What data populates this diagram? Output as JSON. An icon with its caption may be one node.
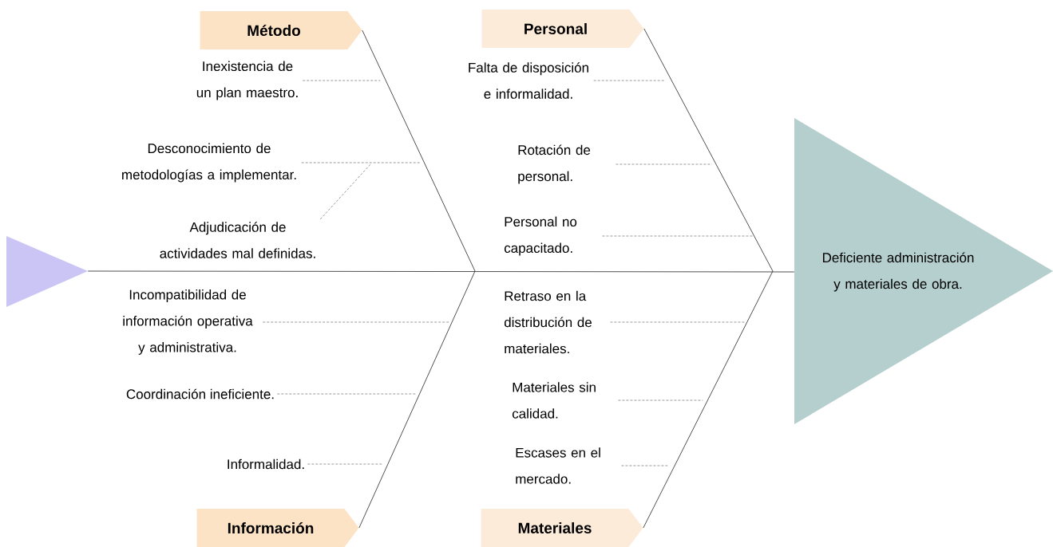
{
  "diagram": {
    "nodes": [
      {
        "text": [
          "Método"
        ]
      },
      {
        "text": [
          "Personal"
        ]
      },
      {
        "text": [],
        "shape": "triangle"
      },
      {
        "text": [
          "Deficiente administración y materiales de obra."
        ]
      },
      {
        "text": [
          "Información"
        ]
      },
      {
        "text": [
          "Materiales"
        ]
      },
      {
        "text": [
          "Inexistencia de un plan maestro."
        ]
      },
      {
        "text": [
          "Desconocimiento de metodologías a implementar."
        ]
      },
      {
        "text": [
          "Adjudicación de actividades mal definidas."
        ]
      },
      {
        "text": [
          "Falta de disposición e informalidad."
        ]
      },
      {
        "text": [
          "Rotación de personal."
        ]
      },
      {
        "text": [
          "Personal no capacitado."
        ]
      },
      {
        "text": [
          "Incompatibilidad de información operativa y administrativa."
        ]
      },
      {
        "text": [
          "Coordinación ineficiente."
        ]
      },
      {
        "text": [
          "Informalidad."
        ]
      },
      {
        "text": [
          "Retraso en la distribución de materiales."
        ]
      },
      {
        "text": [
          "Materiales sin calidad."
        ]
      },
      {
        "text": [
          "Escases en el mercado."
        ]
      }
    ],
    "edges": [
      {
        "from": 2,
        "to": 3,
        "arrow": "none"
      },
      {
        "from": 0,
        "to": null,
        "arrow": "none"
      },
      {
        "from": 1,
        "to": null,
        "arrow": "none"
      },
      {
        "from": 4,
        "to": null,
        "arrow": "none"
      },
      {
        "from": 5,
        "to": null,
        "arrow": "none"
      },
      {
        "from": 6,
        "to": null,
        "arrow": "none",
        "style": "dashed"
      },
      {
        "from": 7,
        "to": null,
        "arrow": "none",
        "style": "dashed"
      },
      {
        "from": 8,
        "to": null,
        "arrow": "none",
        "style": "dashed"
      },
      {
        "from": 9,
        "to": null,
        "arrow": "none",
        "style": "dashed"
      },
      {
        "from": 10,
        "to": null,
        "arrow": "none",
        "style": "dashed"
      },
      {
        "from": 11,
        "to": null,
        "arrow": "none",
        "style": "dashed"
      },
      {
        "from": 12,
        "to": null,
        "arrow": "none",
        "style": "dashed"
      },
      {
        "from": 13,
        "to": null,
        "arrow": "none",
        "style": "dashed"
      },
      {
        "from": 14,
        "to": null,
        "arrow": "none",
        "style": "dashed"
      },
      {
        "from": 15,
        "to": null,
        "arrow": "none",
        "style": "dashed"
      },
      {
        "from": 16,
        "to": null,
        "arrow": "none",
        "style": "dashed"
      },
      {
        "from": 17,
        "to": null,
        "arrow": "none",
        "style": "dashed"
      }
    ]
  }
}
